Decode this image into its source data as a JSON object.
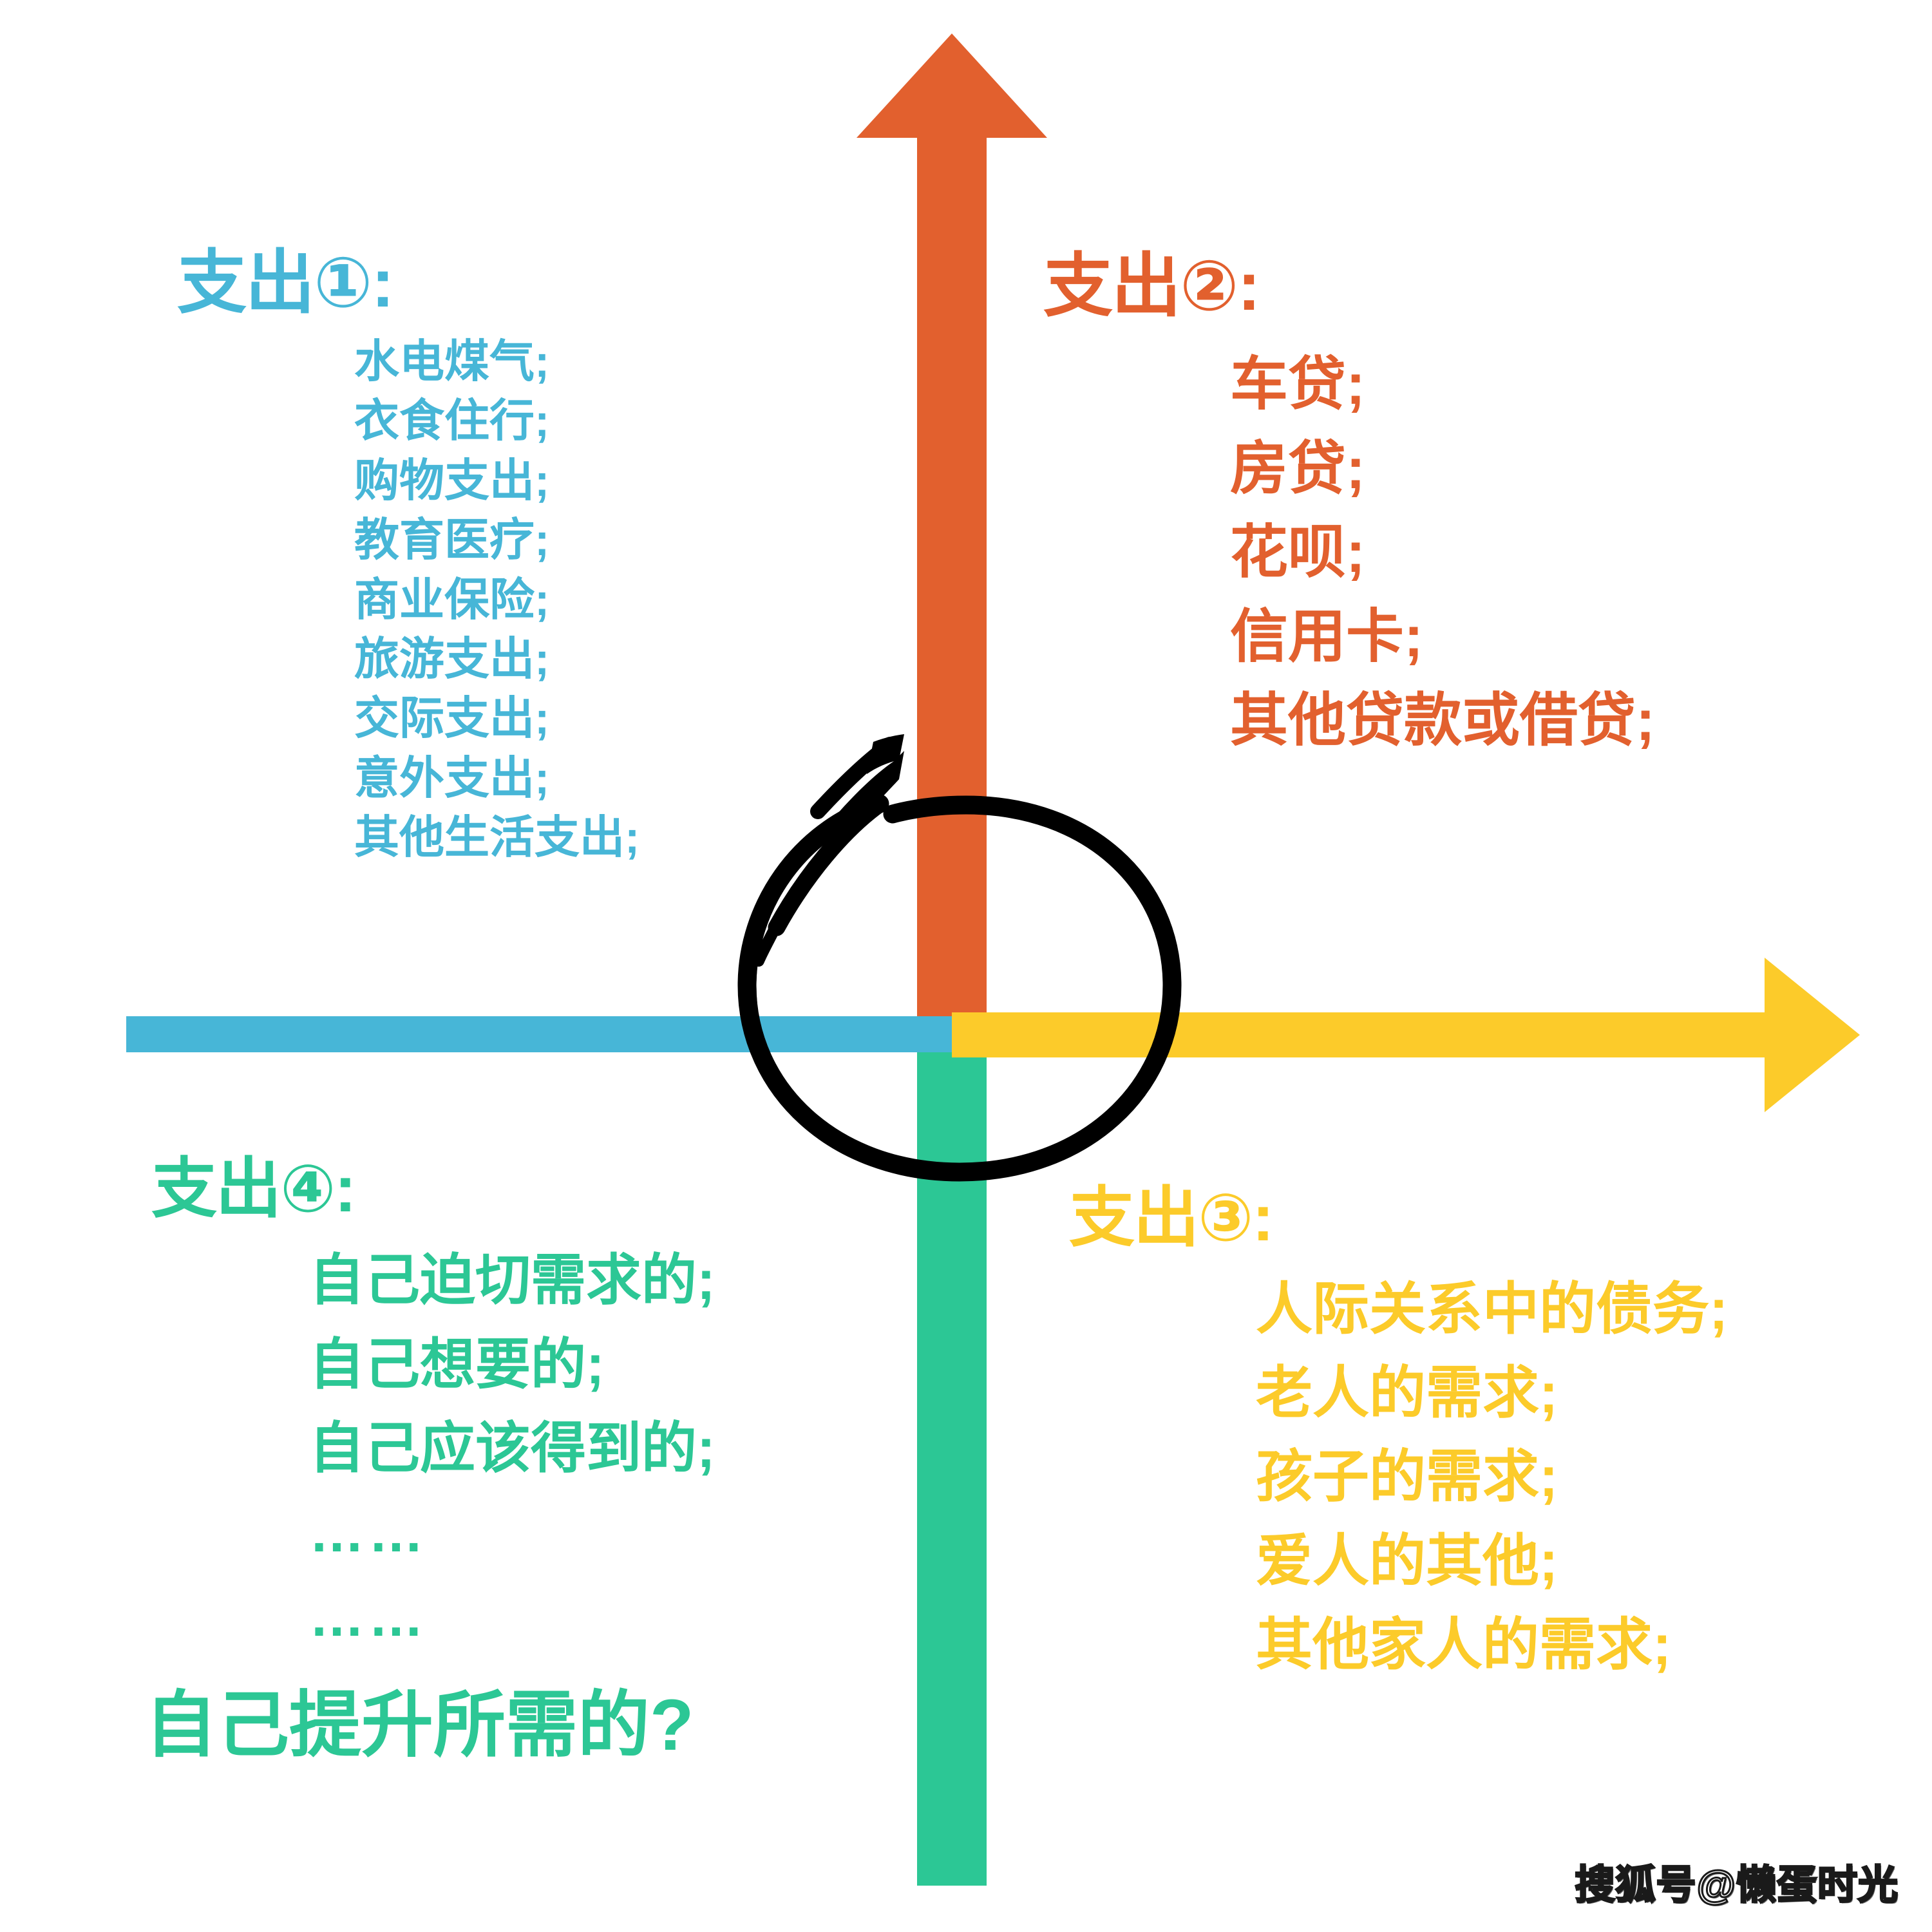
{
  "axes": {
    "vertical_up_color": "#E2602E",
    "vertical_down_color": "#2CC795",
    "horizontal_left_color": "#47B6D7",
    "horizontal_right_color": "#FCCB2A",
    "center_circle_color": "#000000"
  },
  "quadrants": [
    {
      "id": "q1",
      "position": "top-left",
      "color": "#47B6D7",
      "heading": "支出①:",
      "items": [
        "水电煤气;",
        "衣食住行;",
        "购物支出;",
        "教育医疗;",
        "商业保险;",
        "旅游支出;",
        "交际支出;",
        "意外支出;",
        "其他生活支出;"
      ]
    },
    {
      "id": "q2",
      "position": "top-right",
      "color": "#E2602E",
      "heading": "支出②:",
      "items": [
        "车贷;",
        "房贷;",
        "花呗;",
        "信用卡;",
        "其他贷款或借贷;"
      ]
    },
    {
      "id": "q3",
      "position": "bottom-right",
      "color": "#FCCB2A",
      "heading": "支出③:",
      "items": [
        "人际关系中的债务;",
        "老人的需求;",
        "孩子的需求;",
        "爱人的其他;",
        "其他家人的需求;"
      ]
    },
    {
      "id": "q4",
      "position": "bottom-left",
      "color": "#2CC795",
      "heading": "支出④:",
      "items": [
        "自己迫切需求的;",
        "自己想要的;",
        "自己应该得到的;",
        "……",
        "……"
      ],
      "footer": "自己提升所需的?"
    }
  ],
  "watermark": "搜狐号@懒蛋时光"
}
